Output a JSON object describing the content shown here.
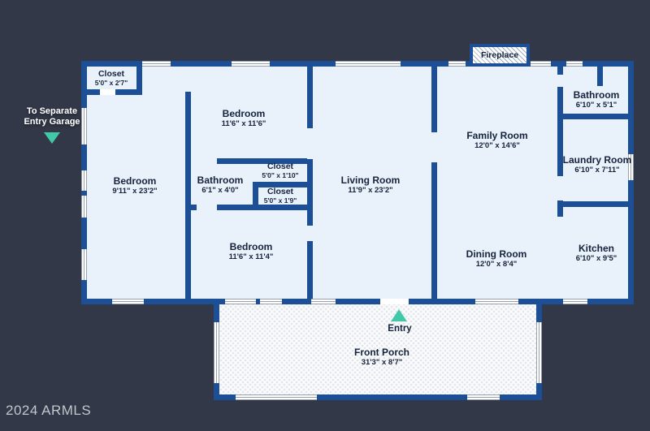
{
  "watermark": "2024 ARMLS",
  "fireplace": {
    "label": "Fireplace"
  },
  "garage_note": {
    "line1": "To Separate",
    "line2": "Entry Garage"
  },
  "entry": {
    "label": "Entry"
  },
  "rooms": [
    {
      "name": "Closet",
      "dims": "5'0\" x 2'7\""
    },
    {
      "name": "Bedroom",
      "dims": "11'6\" x 11'6\""
    },
    {
      "name": "Bedroom",
      "dims": "9'11\" x 23'2\""
    },
    {
      "name": "Bathroom",
      "dims": "6'1\" x 4'0\""
    },
    {
      "name": "Closet",
      "dims": "5'0\" x 1'10\""
    },
    {
      "name": "Closet",
      "dims": "5'0\" x 1'9\""
    },
    {
      "name": "Living Room",
      "dims": "11'9\" x 23'2\""
    },
    {
      "name": "Bedroom",
      "dims": "11'6\" x 11'4\""
    },
    {
      "name": "Family Room",
      "dims": "12'0\" x 14'6\""
    },
    {
      "name": "Dining Room",
      "dims": "12'0\" x 8'4\""
    },
    {
      "name": "Kitchen",
      "dims": "6'10\" x 9'5\""
    },
    {
      "name": "Bathroom",
      "dims": "6'10\" x 5'1\""
    },
    {
      "name": "Laundry Room",
      "dims": "6'10\" x 7'11\""
    },
    {
      "name": "Front Porch",
      "dims": "31'3\" x 8'7\""
    }
  ],
  "colors": {
    "background": "#333848",
    "wall": "#1d4f96",
    "room_fill": "#e9f1fa",
    "accent_teal": "#41c8a8",
    "label_navy": "#15233d"
  }
}
